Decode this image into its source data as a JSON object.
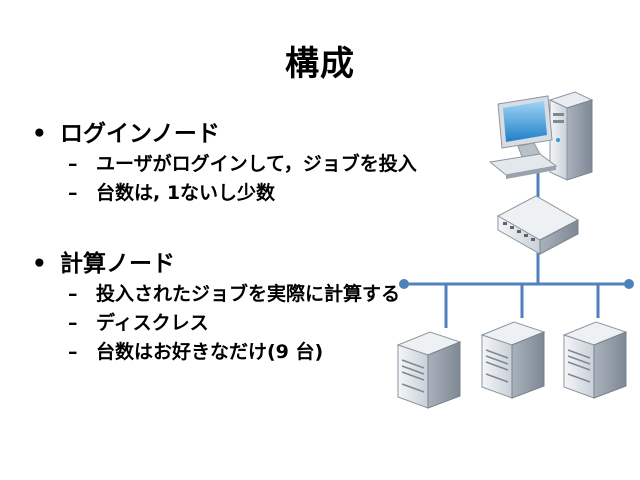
{
  "slide": {
    "title": "構成",
    "sections": [
      {
        "heading": "ログインノード",
        "items": [
          "ユーザがログインして，ジョブを投入",
          "台数は, 1ないし少数"
        ]
      },
      {
        "heading": "計算ノード",
        "items": [
          "投入されたジョブを実際に計算する",
          "ディスクレス",
          "台数はお好きなだけ(9 台)"
        ]
      }
    ]
  },
  "diagram": {
    "icons": [
      "desktop-pc-icon",
      "network-switch-icon",
      "server-icon"
    ],
    "colors": {
      "network_line": "#4f81bd",
      "screen": "#3399dd"
    }
  }
}
